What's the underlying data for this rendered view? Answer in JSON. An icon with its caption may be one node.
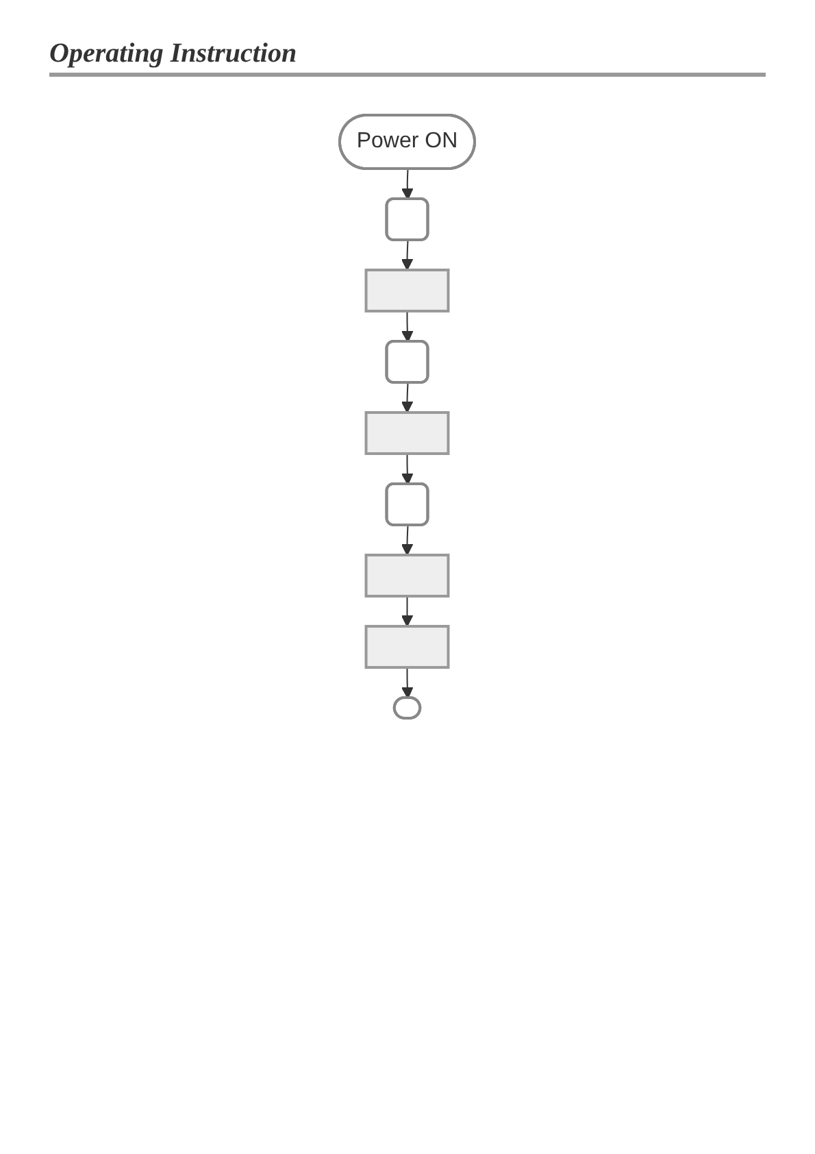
{
  "diagram": {
    "title": "Operating Instruction",
    "nodes": [
      {
        "text": [
          "Power ON"
        ]
      },
      {
        "text": [],
        "shape": "box"
      },
      {
        "text": [],
        "shape": "bar"
      },
      {
        "text": [],
        "shape": "box"
      },
      {
        "text": [],
        "shape": "bar"
      },
      {
        "text": [],
        "shape": "box"
      },
      {
        "text": [],
        "shape": "bar"
      },
      {
        "text": [],
        "shape": "bar"
      },
      {
        "text": [],
        "shape": "ellipse"
      }
    ],
    "edges": [
      {
        "from": 0,
        "to": 1,
        "arrow": "to"
      },
      {
        "from": 1,
        "to": 2,
        "arrow": "to"
      },
      {
        "from": 2,
        "to": 3,
        "arrow": "to"
      },
      {
        "from": 3,
        "to": 4,
        "arrow": "to"
      },
      {
        "from": 4,
        "to": 5,
        "arrow": "to"
      },
      {
        "from": 5,
        "to": 6,
        "arrow": "to"
      },
      {
        "from": 6,
        "to": 7,
        "arrow": "to"
      },
      {
        "from": 7,
        "to": 8,
        "arrow": "to"
      }
    ]
  }
}
